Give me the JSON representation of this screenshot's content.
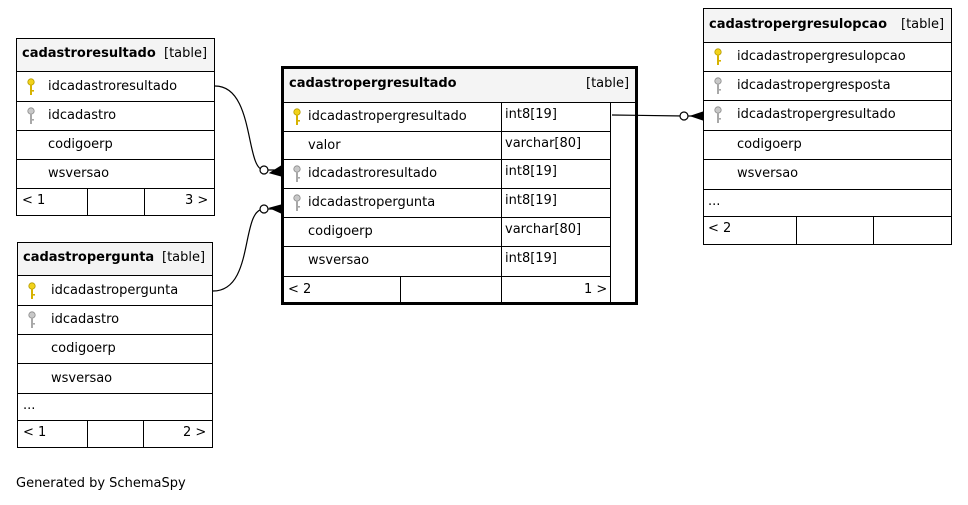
{
  "tables": {
    "cadastroresultado": {
      "name": "cadastroresultado",
      "kind": "[table]",
      "columns": [
        {
          "name": "idcadastroresultado",
          "key": "primary"
        },
        {
          "name": "idcadastro",
          "key": "foreign"
        },
        {
          "name": "codigoerp",
          "key": "none"
        },
        {
          "name": "wsversao",
          "key": "none"
        }
      ],
      "nav_prev": "< 1",
      "nav_next": "3 >"
    },
    "cadastropergunta": {
      "name": "cadastropergunta",
      "kind": "[table]",
      "columns": [
        {
          "name": "idcadastropergunta",
          "key": "primary"
        },
        {
          "name": "idcadastro",
          "key": "foreign"
        },
        {
          "name": "codigoerp",
          "key": "none"
        },
        {
          "name": "wsversao",
          "key": "none"
        }
      ],
      "ellipsis": "...",
      "nav_prev": "< 1",
      "nav_next": "2 >"
    },
    "cadastropergresultado": {
      "name": "cadastropergresultado",
      "kind": "[table]",
      "columns": [
        {
          "name": "idcadastropergresultado",
          "type": "int8[19]",
          "key": "primary"
        },
        {
          "name": "valor",
          "type": "varchar[80]",
          "key": "none"
        },
        {
          "name": "idcadastroresultado",
          "type": "int8[19]",
          "key": "foreign"
        },
        {
          "name": "idcadastropergunta",
          "type": "int8[19]",
          "key": "foreign"
        },
        {
          "name": "codigoerp",
          "type": "varchar[80]",
          "key": "none"
        },
        {
          "name": "wsversao",
          "type": "int8[19]",
          "key": "none"
        }
      ],
      "nav_prev": "< 2",
      "nav_next": "1 >"
    },
    "cadastropergresulopcao": {
      "name": "cadastropergresulopcao",
      "kind": "[table]",
      "columns": [
        {
          "name": "idcadastropergresulopcao",
          "key": "primary"
        },
        {
          "name": "idcadastropergresposta",
          "key": "foreign"
        },
        {
          "name": "idcadastropergresultado",
          "key": "foreign"
        },
        {
          "name": "codigoerp",
          "key": "none"
        },
        {
          "name": "wsversao",
          "key": "none"
        }
      ],
      "ellipsis": "...",
      "nav_prev": "< 2"
    }
  },
  "colors": {
    "primary_key": "#f2d21b",
    "foreign_key": "#b8b8b8",
    "header_bg": "#f4f4f4",
    "line": "#000000"
  },
  "footer": "Generated by SchemaSpy"
}
